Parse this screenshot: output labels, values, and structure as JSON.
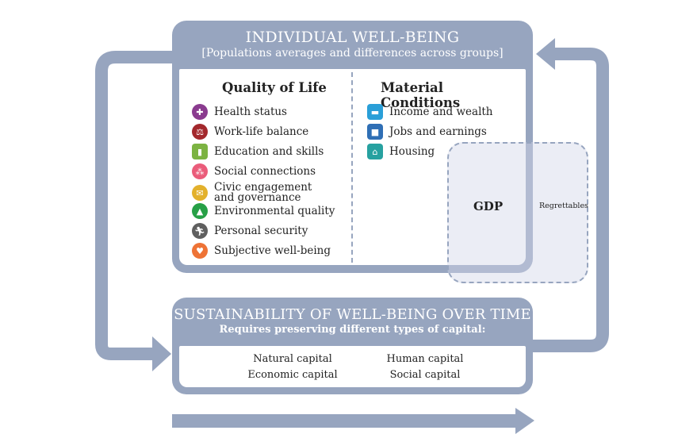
{
  "individual_wellbeing": {
    "title": "INDIVIDUAL WELL-BEING",
    "subtitle": "[Populations averages and differences across groups]",
    "quality_of_life": {
      "heading": "Quality of Life",
      "items": [
        {
          "label": "Health status",
          "icon": "health-cross-icon",
          "color": "#8a3b8f"
        },
        {
          "label": "Work-life balance",
          "icon": "balance-scale-icon",
          "color": "#a3282c"
        },
        {
          "label": "Education and skills",
          "icon": "book-icon",
          "color": "#7cb342"
        },
        {
          "label": "Social connections",
          "icon": "people-icon",
          "color": "#ea5c7a"
        },
        {
          "label": "Civic engagement\nand governance",
          "icon": "envelope-icon",
          "color": "#e3b12c"
        },
        {
          "label": "Environmental quality",
          "icon": "tree-icon",
          "color": "#27a046"
        },
        {
          "label": "Personal security",
          "icon": "running-person-icon",
          "color": "#5f5f5f"
        },
        {
          "label": "Subjective well-being",
          "icon": "heart-icon",
          "color": "#ee7336"
        }
      ]
    },
    "material_conditions": {
      "heading": "Material Conditions",
      "items": [
        {
          "label": "Income and wealth",
          "icon": "banknote-icon",
          "color": "#2a9fd8"
        },
        {
          "label": "Jobs and earnings",
          "icon": "briefcase-icon",
          "color": "#2f6fb5"
        },
        {
          "label": "Housing",
          "icon": "house-icon",
          "color": "#27a1a0"
        }
      ]
    }
  },
  "gdp": {
    "label": "GDP",
    "regrettables_label": "Regrettables"
  },
  "sustainability": {
    "title": "SUSTAINABILITY OF WELL-BEING OVER TIME",
    "subtitle": "Requires preserving different types of capital:",
    "capitals": [
      "Natural capital",
      "Human capital",
      "Economic capital",
      "Social capital"
    ]
  },
  "colors": {
    "panel": "#97a5bf",
    "arrow": "#97a5bf"
  }
}
